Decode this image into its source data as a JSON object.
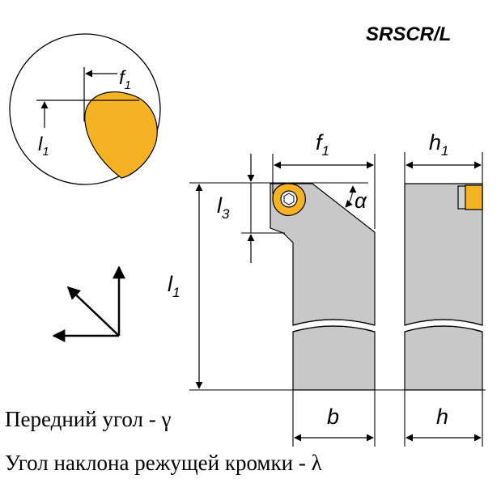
{
  "code": "SRSCR/L",
  "labels": {
    "f1": "f",
    "l1": "l",
    "h1": "h",
    "l3": "l",
    "sub1": "1",
    "sub3": "3",
    "b": "b",
    "h": "h",
    "alpha": "α"
  },
  "captions": {
    "rake_angle": "Передний угол - γ",
    "inclination_angle": "Угол наклона режущей кромки - λ"
  },
  "colors": {
    "insert": "#F5B324",
    "holder": "#C8C8C8",
    "line": "#000000"
  }
}
